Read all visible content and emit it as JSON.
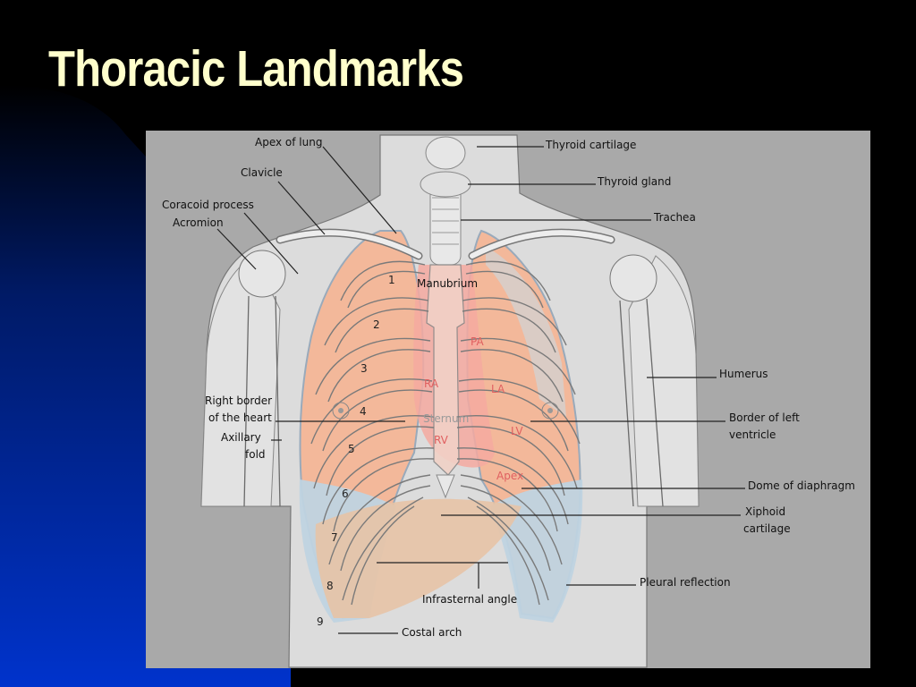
{
  "slide": {
    "title": "Thoracic Landmarks",
    "colors": {
      "background": "#000000",
      "gradient_accent": "#0033CC",
      "title": "#FFFFCC",
      "figure_bg": "#A9A9A9",
      "lung": "#F3B89A",
      "pleura": "#BFD3E0"
    }
  },
  "figure": {
    "labels": {
      "apex_of_lung": "Apex of lung",
      "clavicle": "Clavicle",
      "coracoid_process": "Coracoid process",
      "acromion": "Acromion",
      "thyroid_cartilage": "Thyroid cartilage",
      "thyroid_gland": "Thyroid gland",
      "trachea": "Trachea",
      "manubrium": "Manubrium",
      "humerus": "Humerus",
      "right_border_line1": "Right border",
      "right_border_line2": "of the heart",
      "axillary_fold_line1": "Axillary",
      "axillary_fold_line2": "fold",
      "border_left_ventricle_line1": "Border of left",
      "border_left_ventricle_line2": "ventricle",
      "dome_of_diaphragm": "Dome of diaphragm",
      "xiphoid_line1": "Xiphoid",
      "xiphoid_line2": "cartilage",
      "pleural_reflection": "Pleural reflection",
      "infrasternal_angle": "Infrasternal angle",
      "costal_arch": "Costal arch",
      "sternum": "Sternum"
    },
    "heart_labels": {
      "pa": "PA",
      "ra": "RA",
      "la": "LA",
      "rv": "RV",
      "lv": "LV",
      "apex": "Apex"
    },
    "rib_numbers": [
      "1",
      "2",
      "3",
      "4",
      "5",
      "6",
      "7",
      "8",
      "9"
    ]
  }
}
